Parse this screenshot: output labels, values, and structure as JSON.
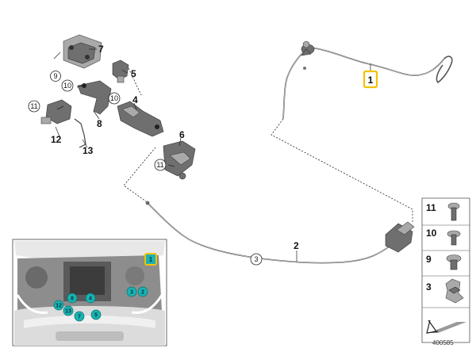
{
  "callouts": {
    "c1": "1",
    "c2": "2",
    "c3": "3",
    "c4": "4",
    "c5": "5",
    "c6": "6",
    "c7": "7",
    "c8": "8",
    "c9": "9",
    "c10": "10",
    "c11a": "11",
    "c11b": "11",
    "c12": "12",
    "c13": "13"
  },
  "parts_table": [
    {
      "label": "11",
      "icon": "torx-bolt-icon"
    },
    {
      "label": "10",
      "icon": "flange-screw-icon"
    },
    {
      "label": "9",
      "icon": "expanding-rivet-icon"
    },
    {
      "label": "3",
      "icon": "cable-clip-icon"
    }
  ],
  "inset_markers": [
    "1",
    "2",
    "3",
    "4",
    "5",
    "7",
    "8",
    "12",
    "13"
  ],
  "image_id": "400585",
  "highlight_color": "#f2c200",
  "marker_color": "#19b3b3"
}
